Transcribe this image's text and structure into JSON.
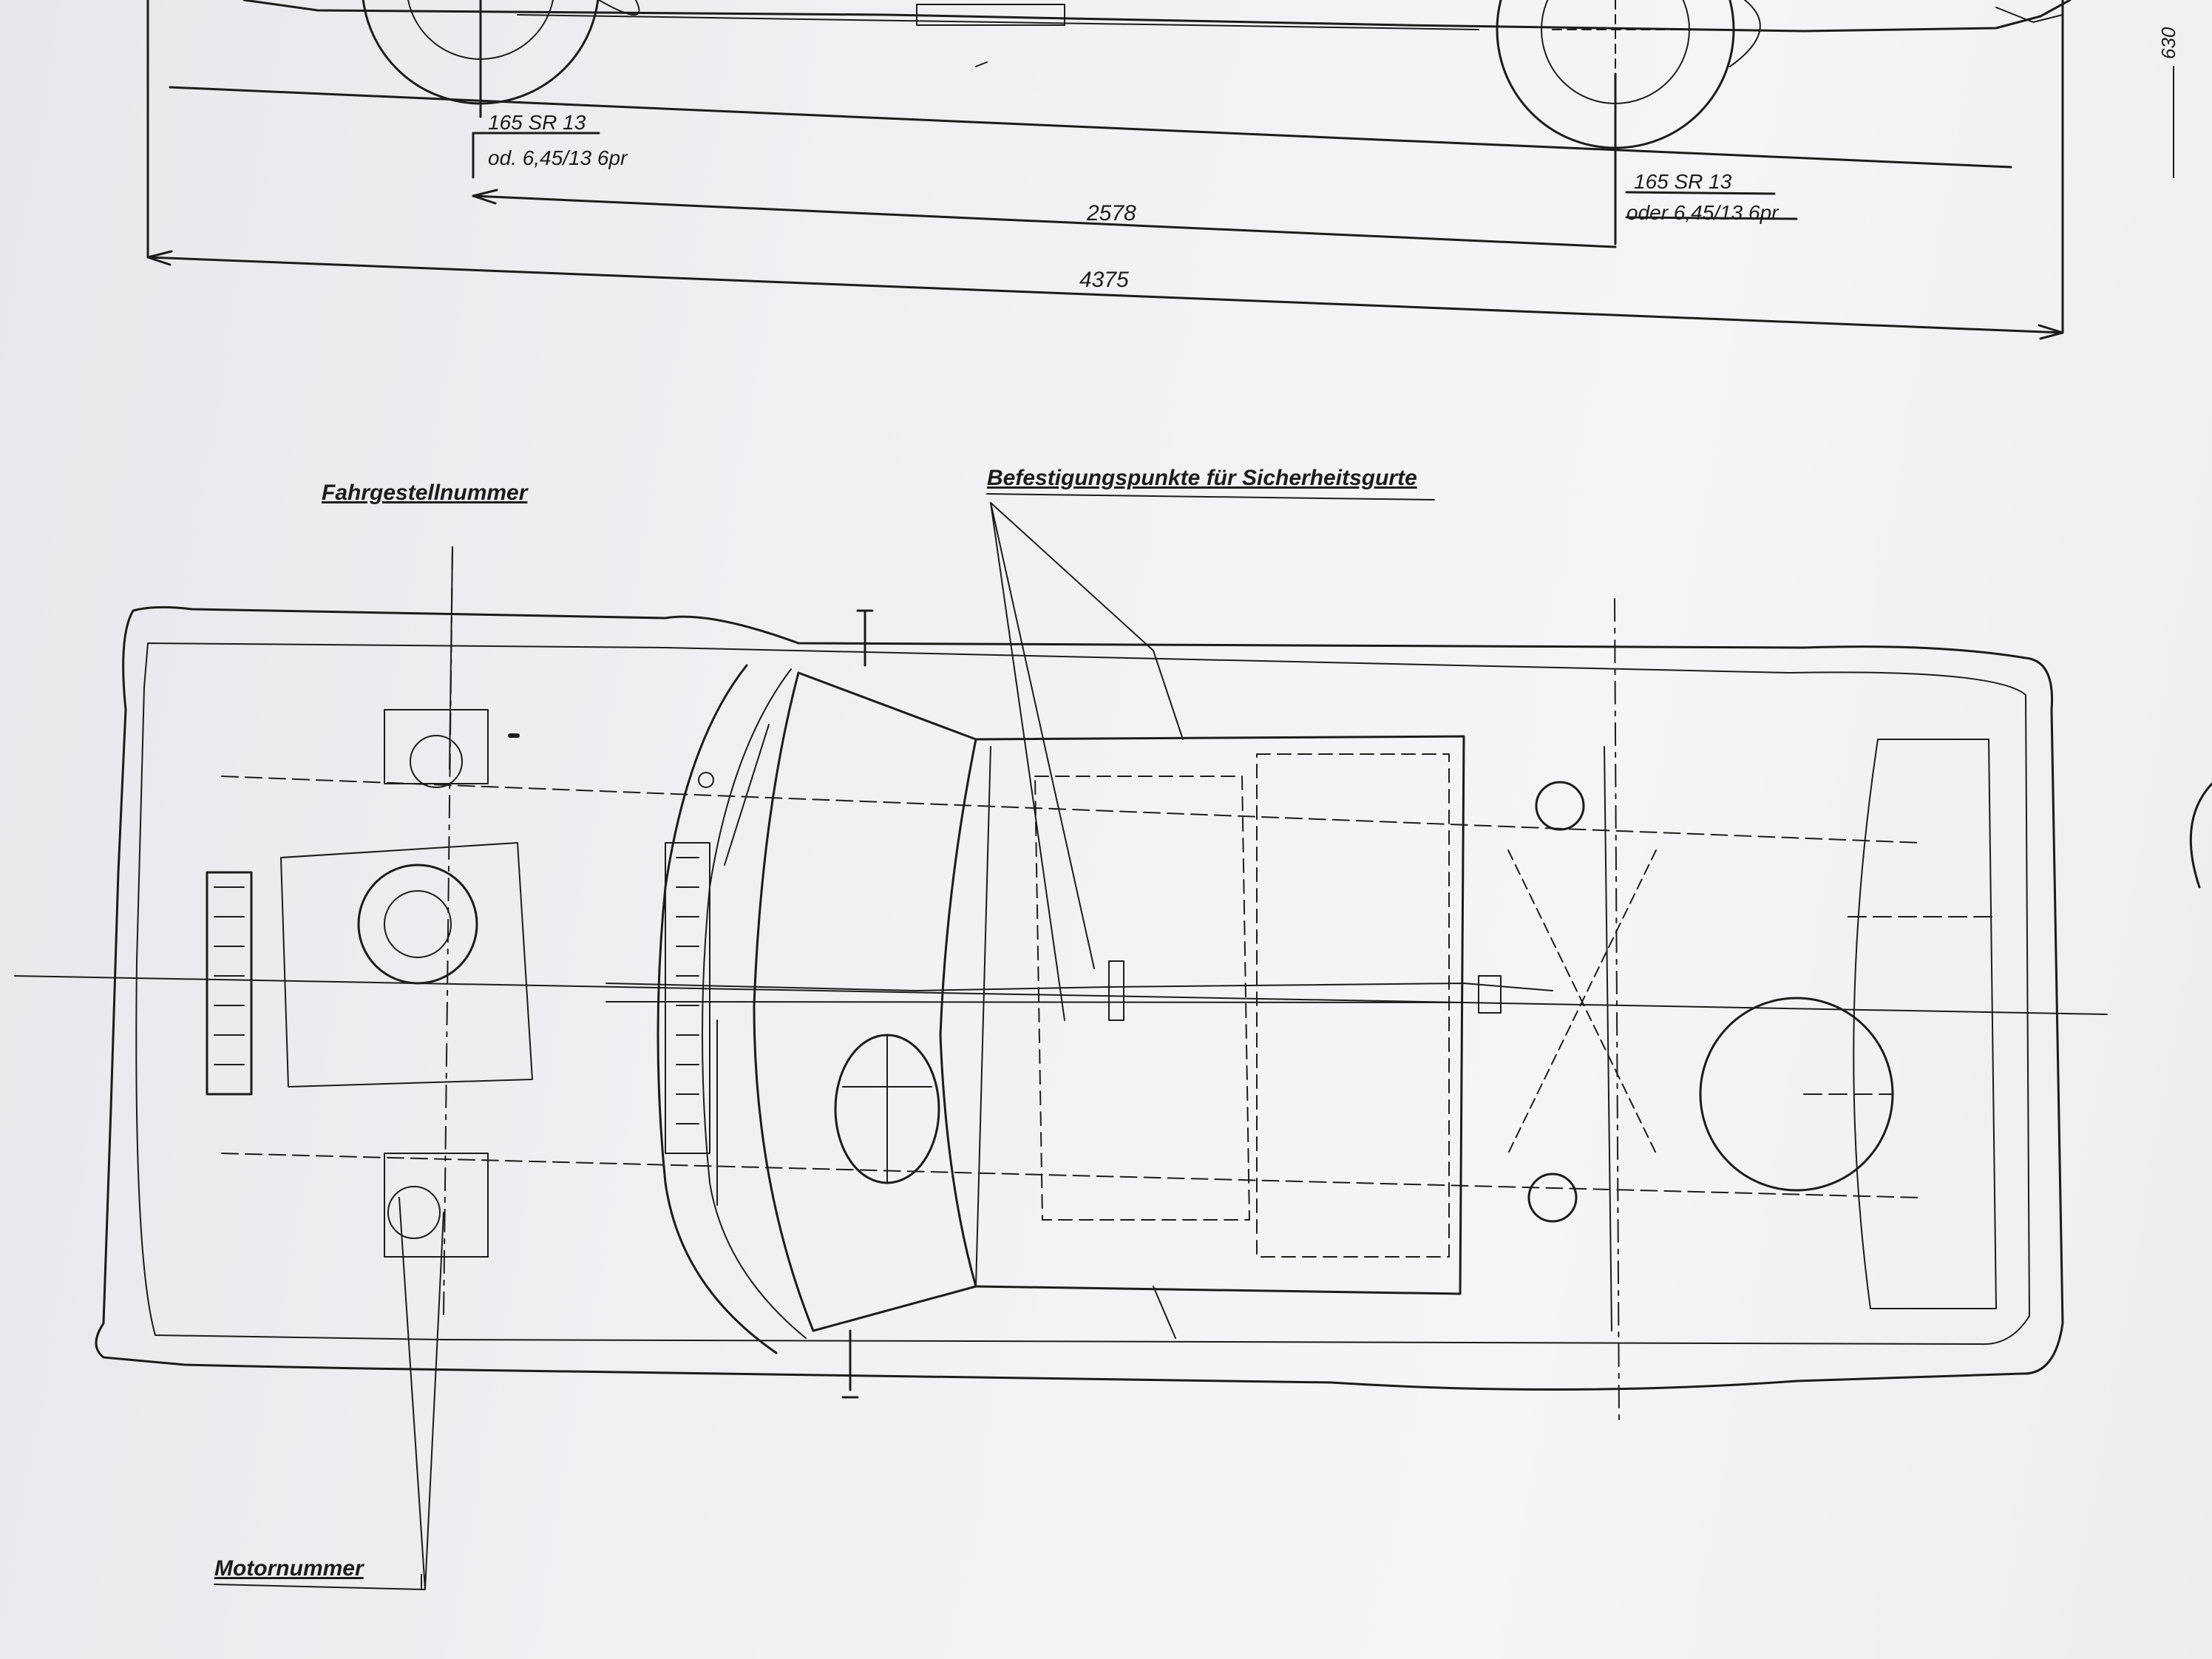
{
  "side_view": {
    "tire_front_line1": "165 SR 13",
    "tire_front_line2": "od. 6,45/13 6pr",
    "tire_rear_line1": "165 SR 13",
    "tire_rear_line2": "oder 6,45/13 6pr",
    "wheelbase": "2578",
    "overall_length": "4375",
    "height_dimension": "630"
  },
  "plan_view": {
    "chassis_number_label": "Fahrgestellnummer",
    "seatbelt_points_label": "Befestigungspunkte für Sicherheitsgurte",
    "engine_number_label": "Motornummer"
  },
  "colors": {
    "ink": "#1c1c1c",
    "paper": "#f1f2f4"
  }
}
